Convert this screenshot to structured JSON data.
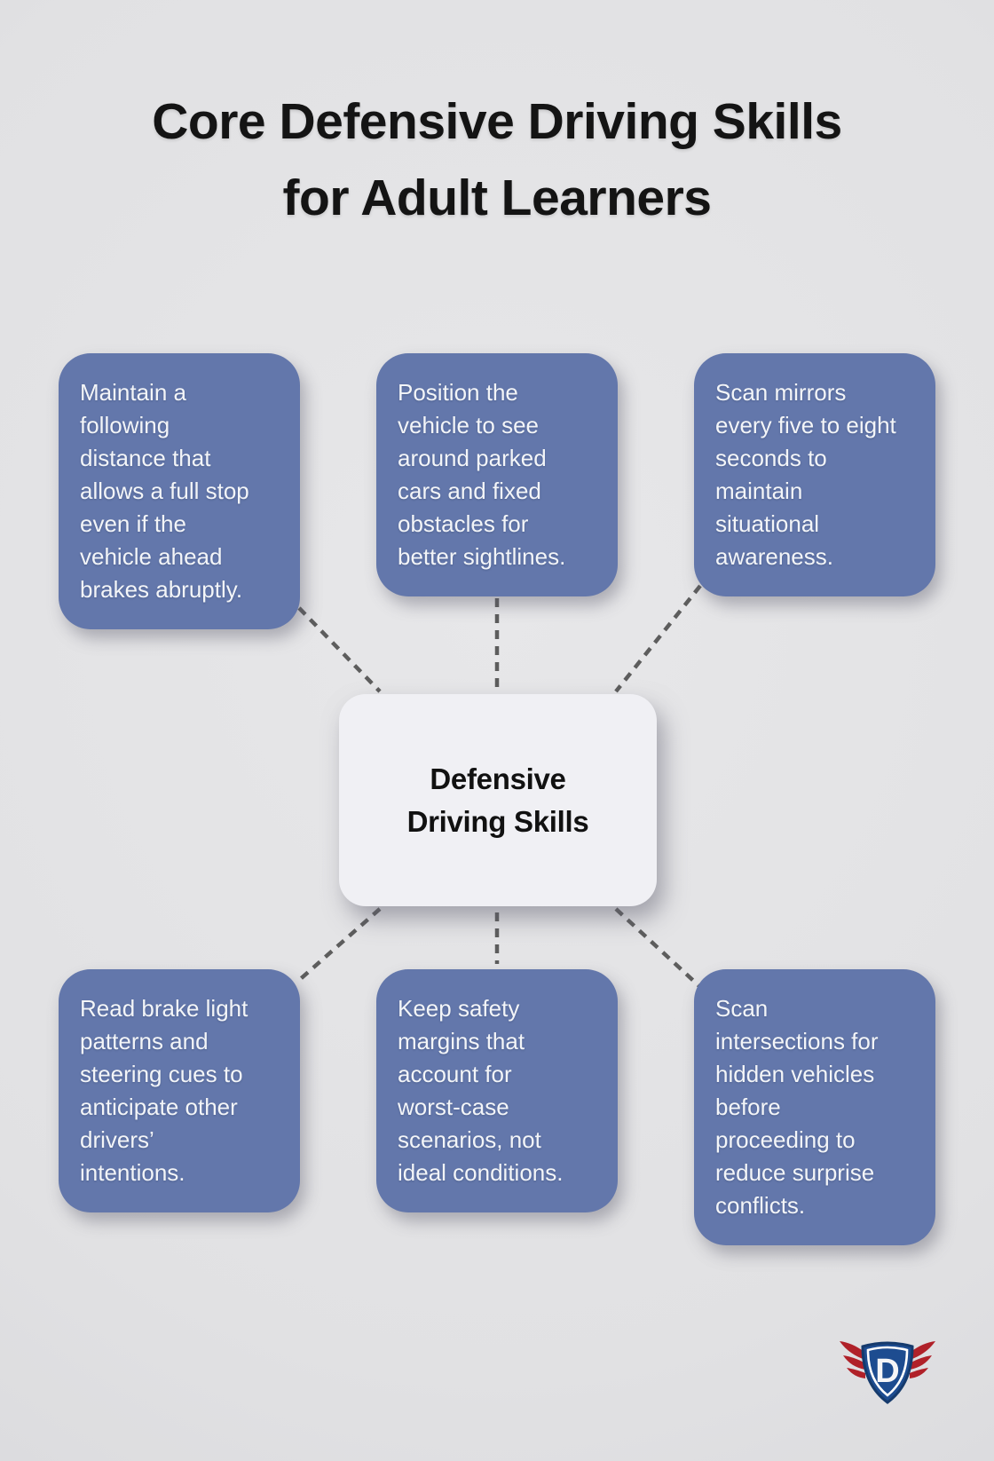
{
  "title": {
    "text": "Core Defensive Driving Skills\nfor Adult Learners"
  },
  "center_node": {
    "label": "Defensive\nDriving Skills"
  },
  "nodes": [
    {
      "text": "Maintain a\nfollowing\ndistance that\nallows a full stop\neven if the\nvehicle ahead\nbrakes abruptly."
    },
    {
      "text": "Position the\nvehicle to see\naround parked\ncars and fixed\nobstacles for\nbetter sightlines."
    },
    {
      "text": "Scan mirrors\nevery five to eight\nseconds to\nmaintain\nsituational\nawareness."
    },
    {
      "text": "Read brake light\npatterns and\nsteering cues to\nanticipate other\ndrivers’\nintentions."
    },
    {
      "text": "Keep safety\nmargins that\naccount for\nworst-case\nscenarios, not\nideal conditions."
    },
    {
      "text": "Scan\nintersections for\nhidden vehicles\nbefore\nproceeding to\nreduce surprise\nconflicts."
    }
  ],
  "logo": {
    "letter": "D"
  },
  "colors": {
    "bg-light": "#e7e7e9",
    "bg-mid": "#e1e1e3",
    "bg-dark": "#d4d4d8",
    "title-color": "#141414",
    "node-fill": "#6377ab",
    "node-text": "#f3f5f8",
    "center-fill": "#f0f0f4",
    "center-text": "#111111",
    "connector": "#5d5d5d",
    "logo-shield": "#1d4c90",
    "logo-shield-border": "#153a6c",
    "logo-ring": "#ffffff",
    "logo-wing": "#b02129",
    "logo-letter": "#f5f5f7"
  }
}
